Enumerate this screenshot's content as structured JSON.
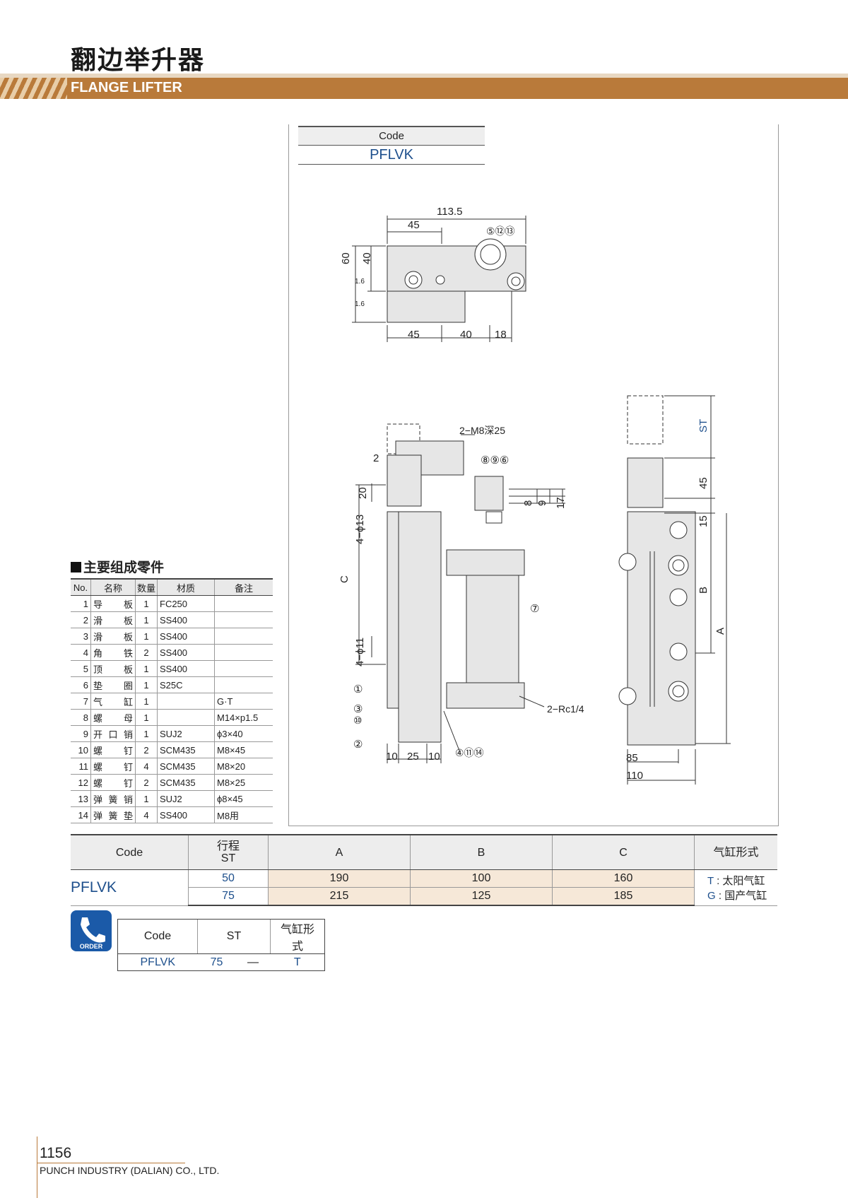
{
  "header": {
    "title_cn": "翻边举升器",
    "title_en": "FLANGE LIFTER"
  },
  "code_box": {
    "label": "Code",
    "value": "PFLVK"
  },
  "drawing": {
    "top_view": {
      "dims": [
        "113.5",
        "45",
        "60",
        "40",
        "1.6",
        "1.6",
        "45",
        "40",
        "18"
      ],
      "callout": "⑤⑫⑬"
    },
    "front_view": {
      "dims": [
        "2",
        "20",
        "4−ϕ13",
        "C",
        "4−ϕ11",
        "8",
        "9",
        "17",
        "10",
        "25",
        "10"
      ],
      "notes": [
        "2−M8深25",
        "2−Rc1/4"
      ],
      "callouts": [
        "⑧⑨⑥",
        "⑦",
        "①",
        "③",
        "⑩",
        "②",
        "④⑪⑭"
      ]
    },
    "side_view": {
      "dims": [
        "ST",
        "45",
        "15",
        "B",
        "A",
        "85",
        "110"
      ]
    }
  },
  "parts": {
    "title": "主要组成零件",
    "headers": [
      "No.",
      "名称",
      "数量",
      "材质",
      "备注"
    ],
    "rows": [
      [
        "1",
        "导板",
        "1",
        "FC250",
        ""
      ],
      [
        "2",
        "滑板",
        "1",
        "SS400",
        ""
      ],
      [
        "3",
        "滑板",
        "1",
        "SS400",
        ""
      ],
      [
        "4",
        "角铁",
        "2",
        "SS400",
        ""
      ],
      [
        "5",
        "顶板",
        "1",
        "SS400",
        ""
      ],
      [
        "6",
        "垫圈",
        "1",
        "S25C",
        ""
      ],
      [
        "7",
        "气缸",
        "1",
        "",
        "G·T"
      ],
      [
        "8",
        "螺母",
        "1",
        "",
        "M14×p1.5"
      ],
      [
        "9",
        "开口销",
        "1",
        "SUJ2",
        "ϕ3×40"
      ],
      [
        "10",
        "螺钉",
        "2",
        "SCM435",
        "M8×45"
      ],
      [
        "11",
        "螺钉",
        "4",
        "SCM435",
        "M8×20"
      ],
      [
        "12",
        "螺钉",
        "2",
        "SCM435",
        "M8×25"
      ],
      [
        "13",
        "弹簧销",
        "1",
        "SUJ2",
        "ϕ8×45"
      ],
      [
        "14",
        "弹簧垫",
        "4",
        "SS400",
        "M8用"
      ]
    ]
  },
  "dims_table": {
    "headers": {
      "code": "Code",
      "st1": "行程",
      "st2": "ST",
      "a": "A",
      "b": "B",
      "c": "C",
      "cyl": "气缸形式"
    },
    "code": "PFLVK",
    "rows": [
      {
        "st": "50",
        "a": "190",
        "b": "100",
        "c": "160"
      },
      {
        "st": "75",
        "a": "215",
        "b": "125",
        "c": "185"
      }
    ],
    "cyl": [
      {
        "key": "T",
        "desc": "太阳气缸"
      },
      {
        "key": "G",
        "desc": "国产气缸"
      }
    ]
  },
  "order": {
    "icon_label": "ORDER",
    "headers": [
      "Code",
      "ST",
      "气缸形式"
    ],
    "values": {
      "code": "PFLVK",
      "st": "75",
      "dash": "—",
      "cyl": "T"
    }
  },
  "footer": {
    "page": "1156",
    "company": "PUNCH INDUSTRY (DALIAN) CO., LTD."
  },
  "colors": {
    "brand": "#b97a3a",
    "code_blue": "#1d4f8c",
    "cell_fill": "#f6e8d8",
    "order_blue": "#1b5aa8"
  }
}
